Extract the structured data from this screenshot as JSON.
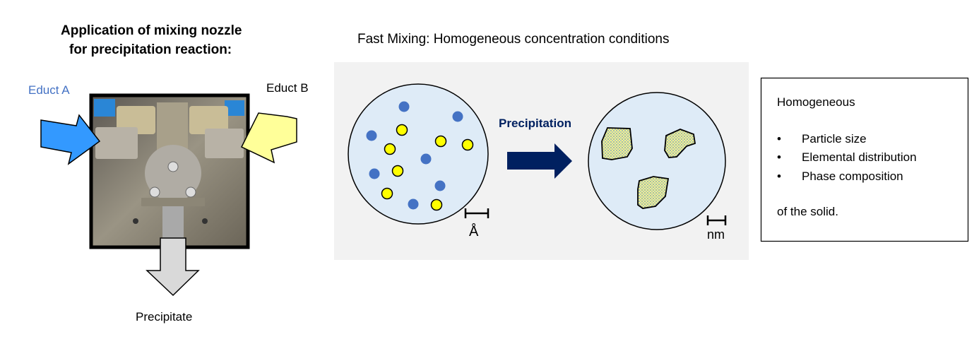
{
  "left": {
    "title_line1": "Application of mixing nozzle",
    "title_line2": "for precipitation reaction:",
    "educt_a": "Educt A",
    "educt_b": "Educt B",
    "output": "Precipitate"
  },
  "middle": {
    "title": "Fast Mixing: Homogeneous concentration conditions",
    "arrow_label": "Precipitation",
    "scale_left": "Å",
    "scale_right": "nm"
  },
  "right": {
    "heading": "Homogeneous",
    "bullets": [
      "Particle size",
      "Elemental distribution",
      "Phase composition"
    ],
    "footer": "of the solid."
  },
  "colors": {
    "educt_a": "#4472c4",
    "educt_b_arrow": "#ffff99",
    "arrow_a": "#3399ff",
    "navy": "#002060",
    "panel": "#f2f2f2",
    "circle": "#deebf7",
    "yellow": "#ffff00"
  }
}
